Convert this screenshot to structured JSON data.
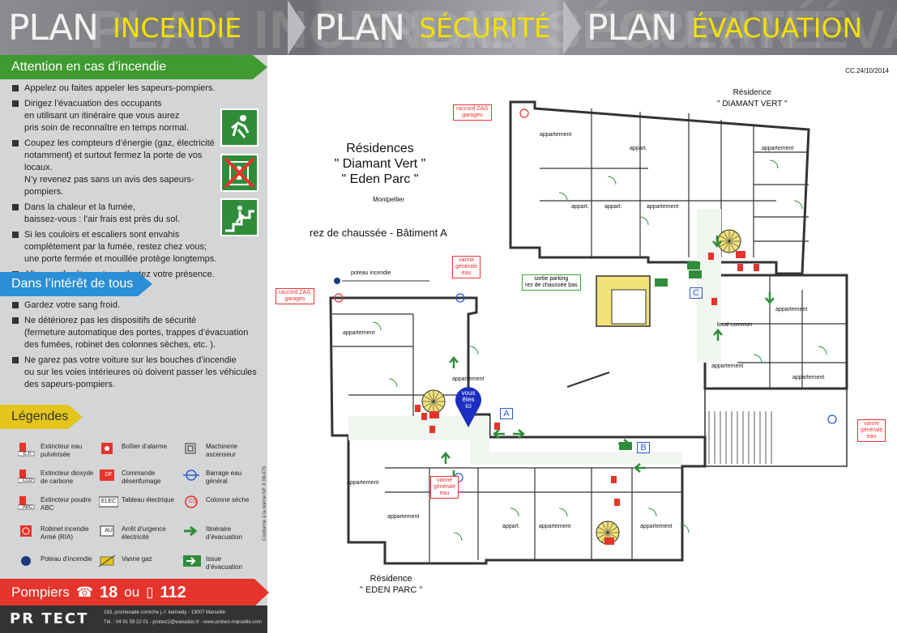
{
  "header": {
    "sections": [
      {
        "word1": "PLAN",
        "word2": "INCENDIE"
      },
      {
        "word1": "PLAN",
        "word2": "SÉCURITÉ"
      },
      {
        "word1": "PLAN",
        "word2": "ÉVACUATION"
      }
    ]
  },
  "left": {
    "attention": {
      "title": "Attention en cas d’incendie",
      "items": [
        "Appelez ou faites appeler les sapeurs-pompiers.",
        "Dirigez l’évacuation des occupants\nen utilisant un itinéraire que vous aurez\npris soin de reconnaître en temps normal.",
        "Coupez les compteurs d’énergie (gaz, électricité\nnotamment) et surtout fermez la porte de vos locaux.\nN’y revenez pas sans un avis des sapeurs-pompiers.",
        "Dans la chaleur et la fumée,\nbaissez-vous : l’air frais est près du sol.",
        "Si les couloirs et escaliers sont envahis\ncomplètement par la fumée, restez chez vous;\nune porte fermée et mouillée protège longtemps.",
        "Allez aux fenêtres et manifestez votre présence."
      ]
    },
    "interet": {
      "title": "Dans l’intérêt de tous",
      "items": [
        "Gardez votre sang froid.",
        "Ne détériorez pas les dispositifs de sécurité\n(fermeture automatique des portes, trappes d’évacuation\ndes fumées, robinet des colonnes sèches, etc. ).",
        "Ne garez pas votre voiture sur les bouches d’incendie\nou sur les voies intérieures où doivent passer les véhicules\ndes sapeurs-pompiers."
      ]
    },
    "legendes": {
      "title": "Légendes",
      "items": [
        {
          "label": "Extincteur eau\npulvérisée",
          "code": "E.P.",
          "icon": "extinguisher-icon"
        },
        {
          "label": "Boîtier d’alarme",
          "icon": "alarm-box-icon"
        },
        {
          "label": "Machinerie\nascenseur",
          "icon": "elevator-machinery-icon"
        },
        {
          "label": "Extincteur dioxyde\nde carbone",
          "code": "CO2",
          "icon": "extinguisher-icon"
        },
        {
          "label": "Commande\ndésenfumage",
          "code": "DF",
          "icon": "smoke-control-icon"
        },
        {
          "label": "Barrage eau\ngénéral",
          "icon": "water-valve-icon"
        },
        {
          "label": "Extincteur poudre\nABC",
          "code": "ABC",
          "icon": "extinguisher-icon"
        },
        {
          "label": "Tableau électrique",
          "code": "ELEC",
          "icon": "electrical-panel-icon"
        },
        {
          "label": "Colonne sèche",
          "code": "CS",
          "icon": "dry-riser-icon"
        },
        {
          "label": "Robinet incendie\nArmé (RIA)",
          "icon": "fire-hose-icon"
        },
        {
          "label": "Arrêt d’urgence\nélectricité",
          "code": "AU",
          "icon": "emergency-stop-icon"
        },
        {
          "label": "Itinéraire\nd’évacuation",
          "icon": "arrow-icon"
        },
        {
          "label": "Poteau d’incendie",
          "icon": "hydrant-icon"
        },
        {
          "label": "Vanne gaz",
          "icon": "gas-valve-icon"
        },
        {
          "label": "Issue\nd’évacuation",
          "icon": "exit-sign-icon"
        }
      ]
    },
    "pompiers": {
      "label": "Pompiers",
      "n1": "18",
      "ou": "ou",
      "n2": "112"
    },
    "footer": {
      "brand": "PR TECT",
      "line1": "183, promenade corniche j.-f. kennedy - 13007 Marseille",
      "line2": "Tél. : 04 91 59 22 01 - protect2@wanadoo.fr - www.protect-marseille.com",
      "conformity": "Conforme à la norme NF X 08-070"
    }
  },
  "map": {
    "ref": "CC.24/10/2014",
    "title": "Résidences\n\" Diamant Vert \"\n\" Eden Parc \"",
    "city": "Montpellier",
    "level": "rez de chaussée - Bâtiment A",
    "res_top": "Résidence\n\" DIAMANT VERT \"",
    "res_bottom": "Résidence\n\" EDEN PARC \"",
    "raccord": "raccord ZAG\ngarages",
    "vanne": "vanne\ngénérale\neau",
    "poteau": "poteau incendie",
    "sortie": "sortie parking\nrez de chaussée bas",
    "local": "local commun",
    "vous": "vous\nêtes\nici",
    "bat_a": "A",
    "bat_b": "B",
    "bat_c": "C",
    "appt": "appartement",
    "appt_short": "appart.",
    "colors": {
      "wall": "#333333",
      "evac": "#2f8d3a",
      "red": "#e5342b",
      "blue": "#2a5ccf",
      "yellow": "#e3c51d"
    }
  }
}
